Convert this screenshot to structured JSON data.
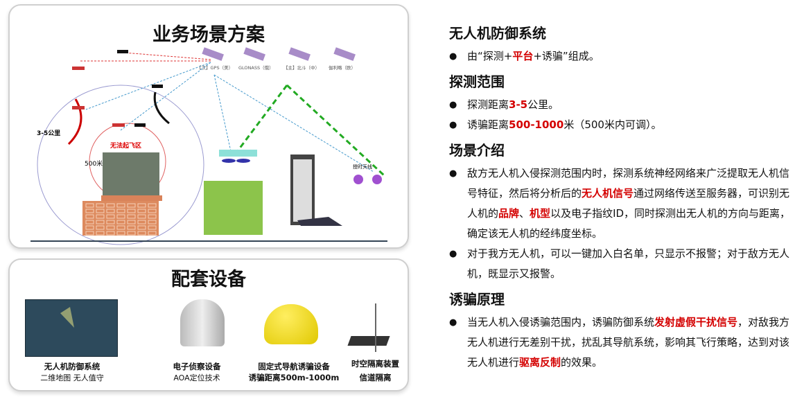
{
  "scenario": {
    "title": "业务场景方案",
    "satellites": [
      "【次】GPS（美）",
      "GLONASS（俄）",
      "【主】北斗（中）",
      "伽利略（欧）"
    ],
    "labels": {
      "range": "3-5公里",
      "inner": "500米",
      "nofly": "无法起飞区",
      "antenna": "授时天线"
    }
  },
  "equipment": {
    "title": "配套设备",
    "items": [
      {
        "name": "无人机防御系统",
        "desc": "二维地图 无人值守"
      },
      {
        "name": "电子侦察设备",
        "desc": "AOA定位技术"
      },
      {
        "name": "固定式导航诱骗设备",
        "desc": "诱骗距离500m-1000m"
      },
      {
        "name": "时空隔离装置",
        "desc": "信道隔离"
      }
    ]
  },
  "sections": [
    {
      "heading": "无人机防御系统",
      "bullets": [
        [
          {
            "t": "由“探测+"
          },
          {
            "t": "平台",
            "r": 1
          },
          {
            "t": "+诱骗”组成。"
          }
        ]
      ]
    },
    {
      "heading": "探测范围",
      "bullets": [
        [
          {
            "t": "探测距离"
          },
          {
            "t": "3-5",
            "r": 1
          },
          {
            "t": "公里。"
          }
        ],
        [
          {
            "t": "诱骗距离"
          },
          {
            "t": "500-1000",
            "r": 1
          },
          {
            "t": "米（500米内可调）。"
          }
        ]
      ]
    },
    {
      "heading": "场景介绍",
      "bullets": [
        [
          {
            "t": "敌方无人机入侵探测范围内时，探测系统神经网络来广泛提取无人机信号特征，然后将分析后的"
          },
          {
            "t": "无人机信号",
            "r": 1
          },
          {
            "t": "通过网络传送至服务器，可识别无人机的"
          },
          {
            "t": "品牌",
            "r": 1
          },
          {
            "t": "、"
          },
          {
            "t": "机型",
            "r": 1
          },
          {
            "t": "以及电子指纹ID，同时探测出无人机的方向与距离，确定该无人机的经纬度坐标。"
          }
        ],
        [
          {
            "t": "对于我方无人机，可以一键加入白名单，只显示不报警；对于敌方无人机，既显示又报警。"
          }
        ]
      ]
    },
    {
      "heading": "诱骗原理",
      "bullets": [
        [
          {
            "t": "当无人机入侵诱骗范围内，诱骗防御系统"
          },
          {
            "t": "发射",
            "r": 1
          },
          {
            "t": "虚假干扰信号",
            "r": 1
          },
          {
            "t": "，对敌我方无人机进行无差别干扰，扰乱其导航系统，影响其飞行策略，达到对该无人机进行"
          },
          {
            "t": "驱离反制",
            "r": 1
          },
          {
            "t": "的效果。"
          }
        ]
      ]
    }
  ]
}
